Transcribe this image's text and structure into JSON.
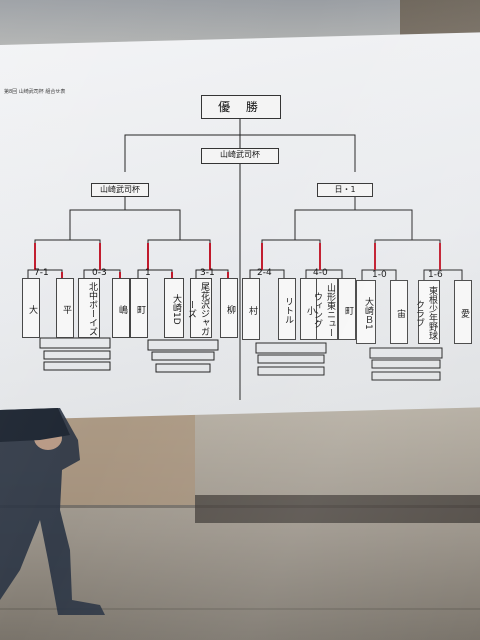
{
  "photo": {
    "subject": "tournament bracket sheet taped to glass",
    "colors": {
      "paper": "#eceef0",
      "line": "#222222",
      "winner_line": "#c0182a",
      "floor": "#a59e93",
      "person": "#2a3444"
    }
  },
  "sheet": {
    "heading": "第8回 山崎武司杯 組合せ表",
    "champion_label": "優 勝",
    "final_winner": "山崎武司杯",
    "semifinal_left_winner": "山崎武司杯",
    "semifinal_right_winner": "日・1"
  },
  "scores": [
    "7-1",
    "0-3",
    "1",
    "3-1",
    "2-4",
    "4-0",
    "1-0",
    "1-6"
  ],
  "teams": [
    {
      "name": "大"
    },
    {
      "name": "平"
    },
    {
      "name": "北中ボーイズ"
    },
    {
      "name": "嶋"
    },
    {
      "name": "町"
    },
    {
      "name": "大崎1D"
    },
    {
      "name": "尾花沢ジャガーズ"
    },
    {
      "name": "柳"
    },
    {
      "name": "村"
    },
    {
      "name": "リトル"
    },
    {
      "name": "小"
    },
    {
      "name": "山形東ニューウィング"
    },
    {
      "name": "町"
    },
    {
      "name": "大崎Ｂ1"
    },
    {
      "name": "宙"
    },
    {
      "name": "東根少年野球クラブ"
    },
    {
      "name": "愛"
    }
  ]
}
